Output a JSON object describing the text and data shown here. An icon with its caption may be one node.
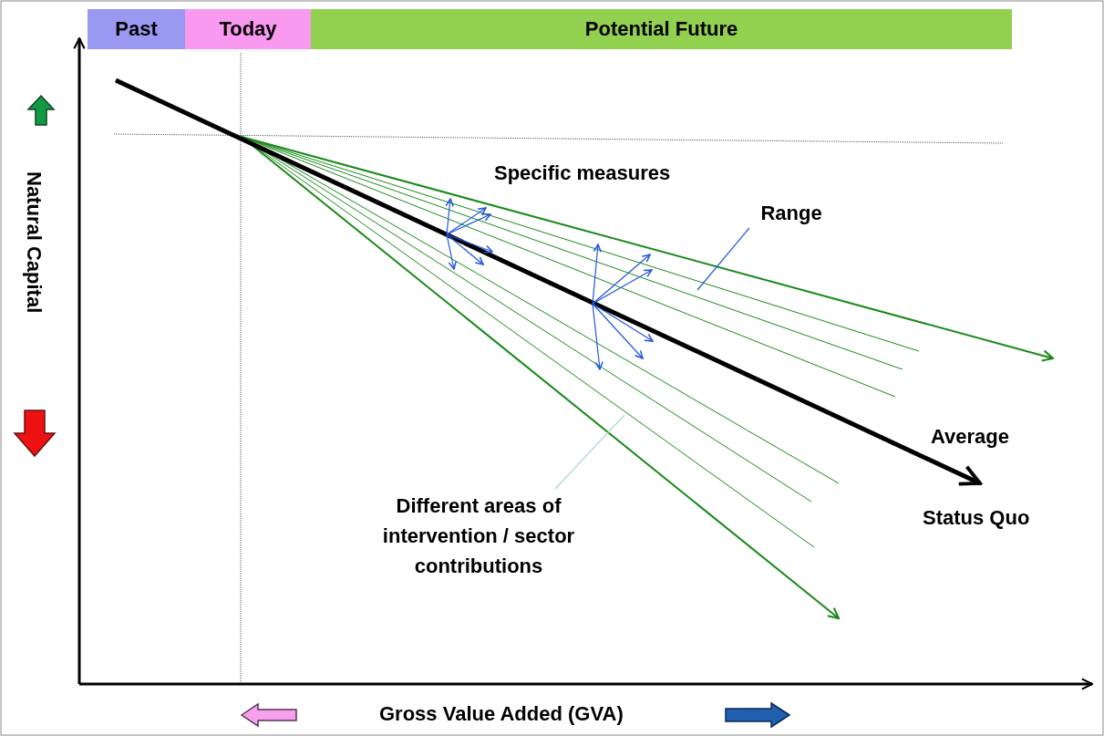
{
  "diagram": {
    "nodes": [
      {
        "text": [
          "Past"
        ]
      },
      {
        "text": [
          "Today"
        ]
      },
      {
        "text": [
          "Potential Future"
        ]
      },
      {
        "text": [
          "Range"
        ]
      },
      {
        "text": [
          "Different areas of intervention / sector contributions"
        ]
      }
    ],
    "edges": [
      {
        "from": 3,
        "to": null,
        "arrow": "none"
      },
      {
        "from": 4,
        "to": null,
        "arrow": "none",
        "color": "#a8d8d0"
      }
    ],
    "labels": [
      "Specific measures",
      "Average",
      "Status Quo",
      "Natural Capital",
      "Gross Value Added (GVA)"
    ]
  }
}
